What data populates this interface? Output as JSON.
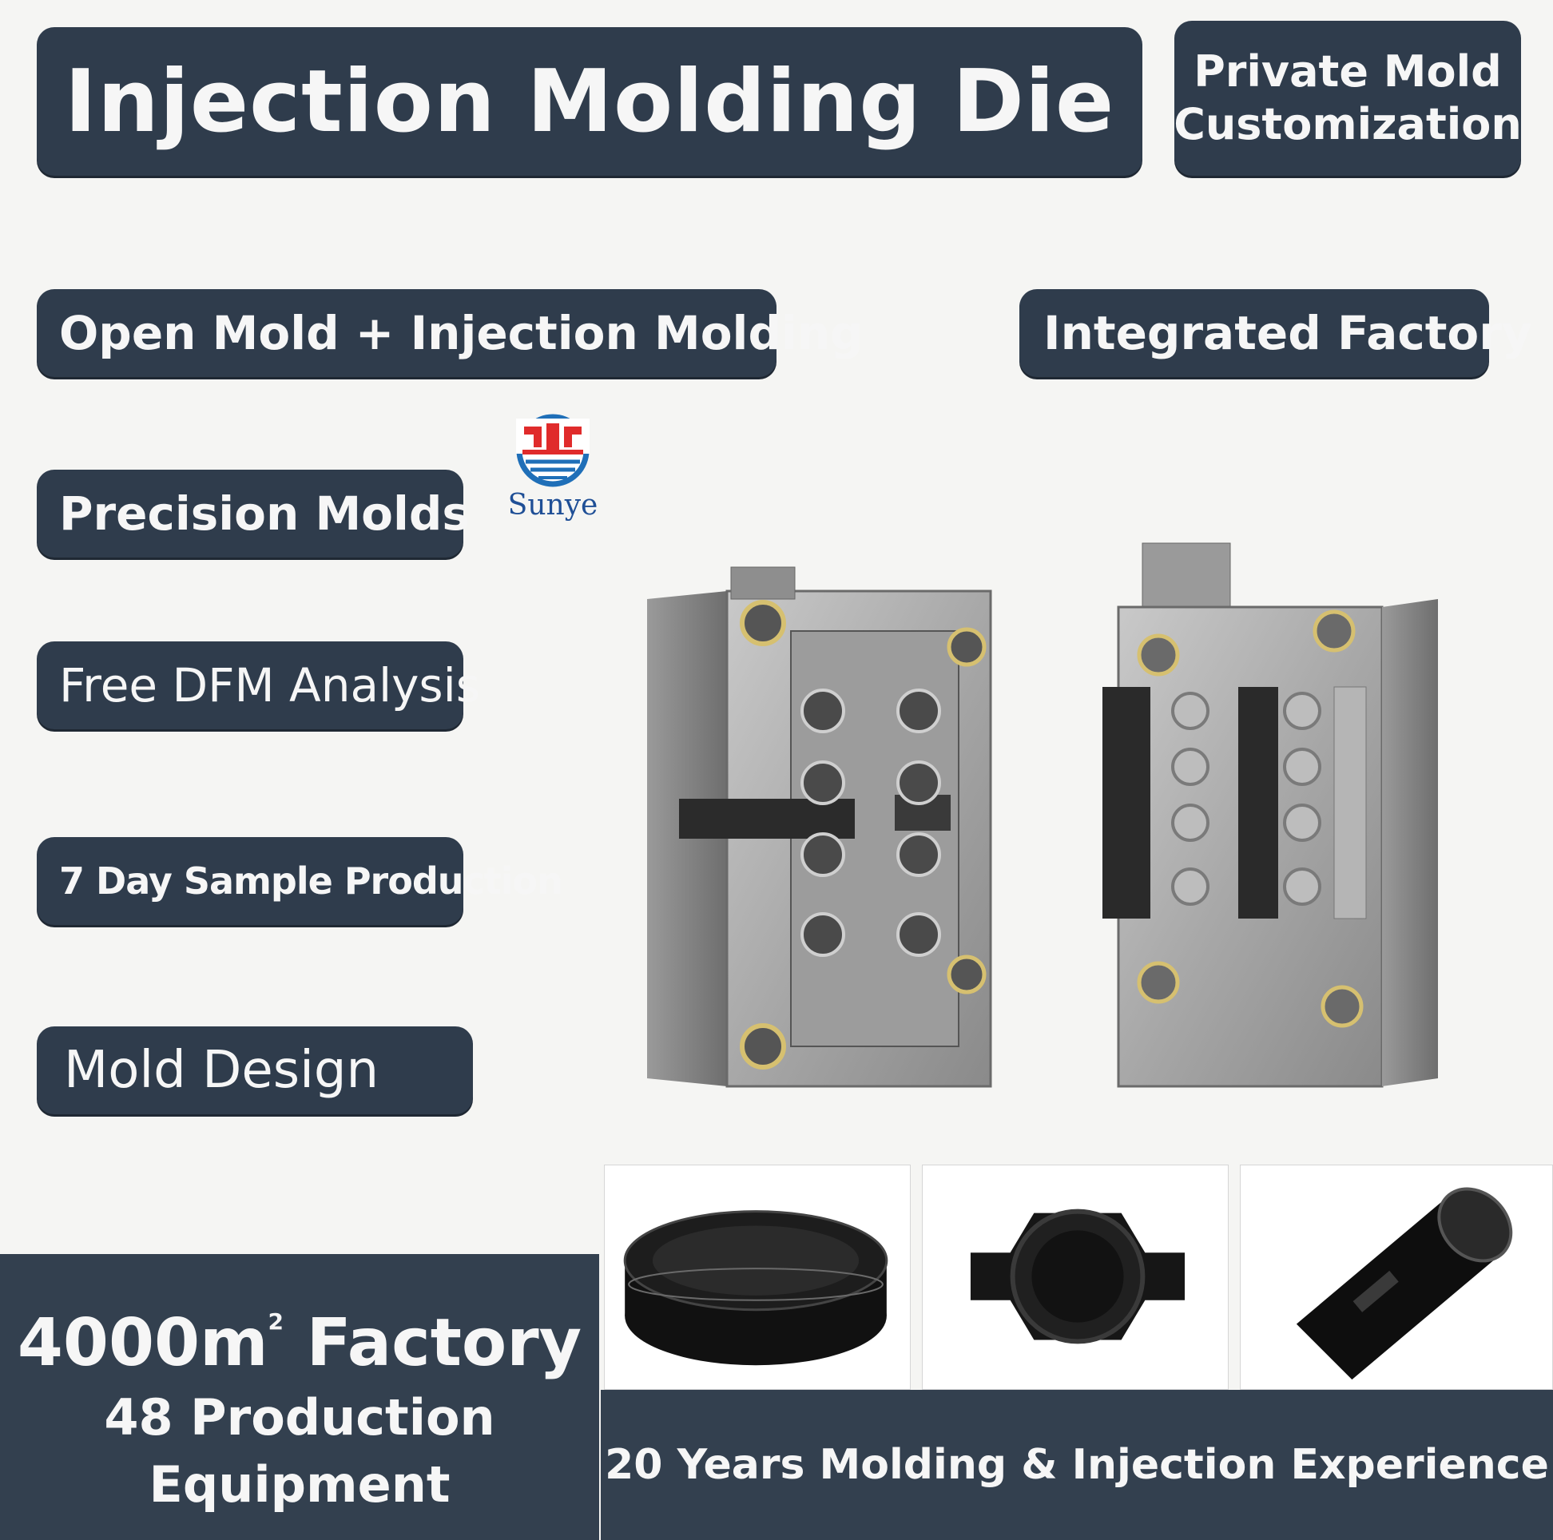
{
  "title": "Injection Molding Die",
  "private": {
    "line1": "Private Mold",
    "line2": "Customization"
  },
  "features": {
    "open_mold": "Open Mold + Injection Molding",
    "integrated": "Integrated Factory",
    "precision": "Precision Molds",
    "dfm": "Free DFM Analysis",
    "sample": "7 Day Sample Production",
    "design": "Mold Design"
  },
  "brand": {
    "name": "Sunye"
  },
  "factory": {
    "area_number": "4000m",
    "area_sup": "2",
    "area_word": "Factory",
    "equip_line1": "48 Production",
    "equip_line2": "Equipment"
  },
  "experience": "20 Years Molding & Injection Experience",
  "colors": {
    "panel": "#2f3c4c",
    "text": "#f6f6f6",
    "logo_red": "#e02b2b",
    "logo_blue": "#1f6fb8"
  }
}
